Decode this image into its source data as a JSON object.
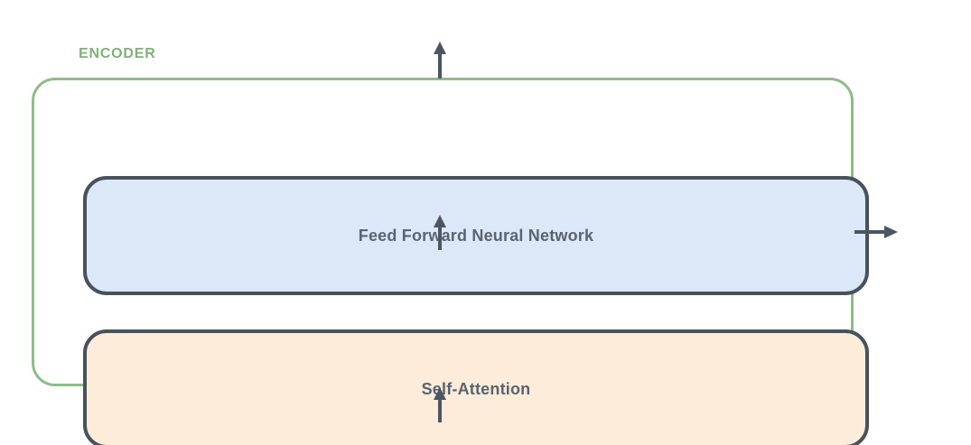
{
  "diagram": {
    "title": "ENCODER",
    "blocks": [
      {
        "label": "Feed Forward Neural Network",
        "fill": "#dce8f7",
        "border": "#49515d"
      },
      {
        "label": "Self-Attention",
        "fill": "#fcecd9",
        "border": "#49515d"
      }
    ],
    "arrows": {
      "input": "arrow-up",
      "between_blocks": "arrow-up",
      "output_top": "arrow-up",
      "output_right": "arrow-right"
    },
    "colors": {
      "encoder_border": "#8fbb8a",
      "encoder_label": "#82b07b",
      "block_border": "#49515d",
      "block_text": "#5a6372",
      "arrow": "#4d5562",
      "canvas_background": "#ffffff"
    }
  }
}
